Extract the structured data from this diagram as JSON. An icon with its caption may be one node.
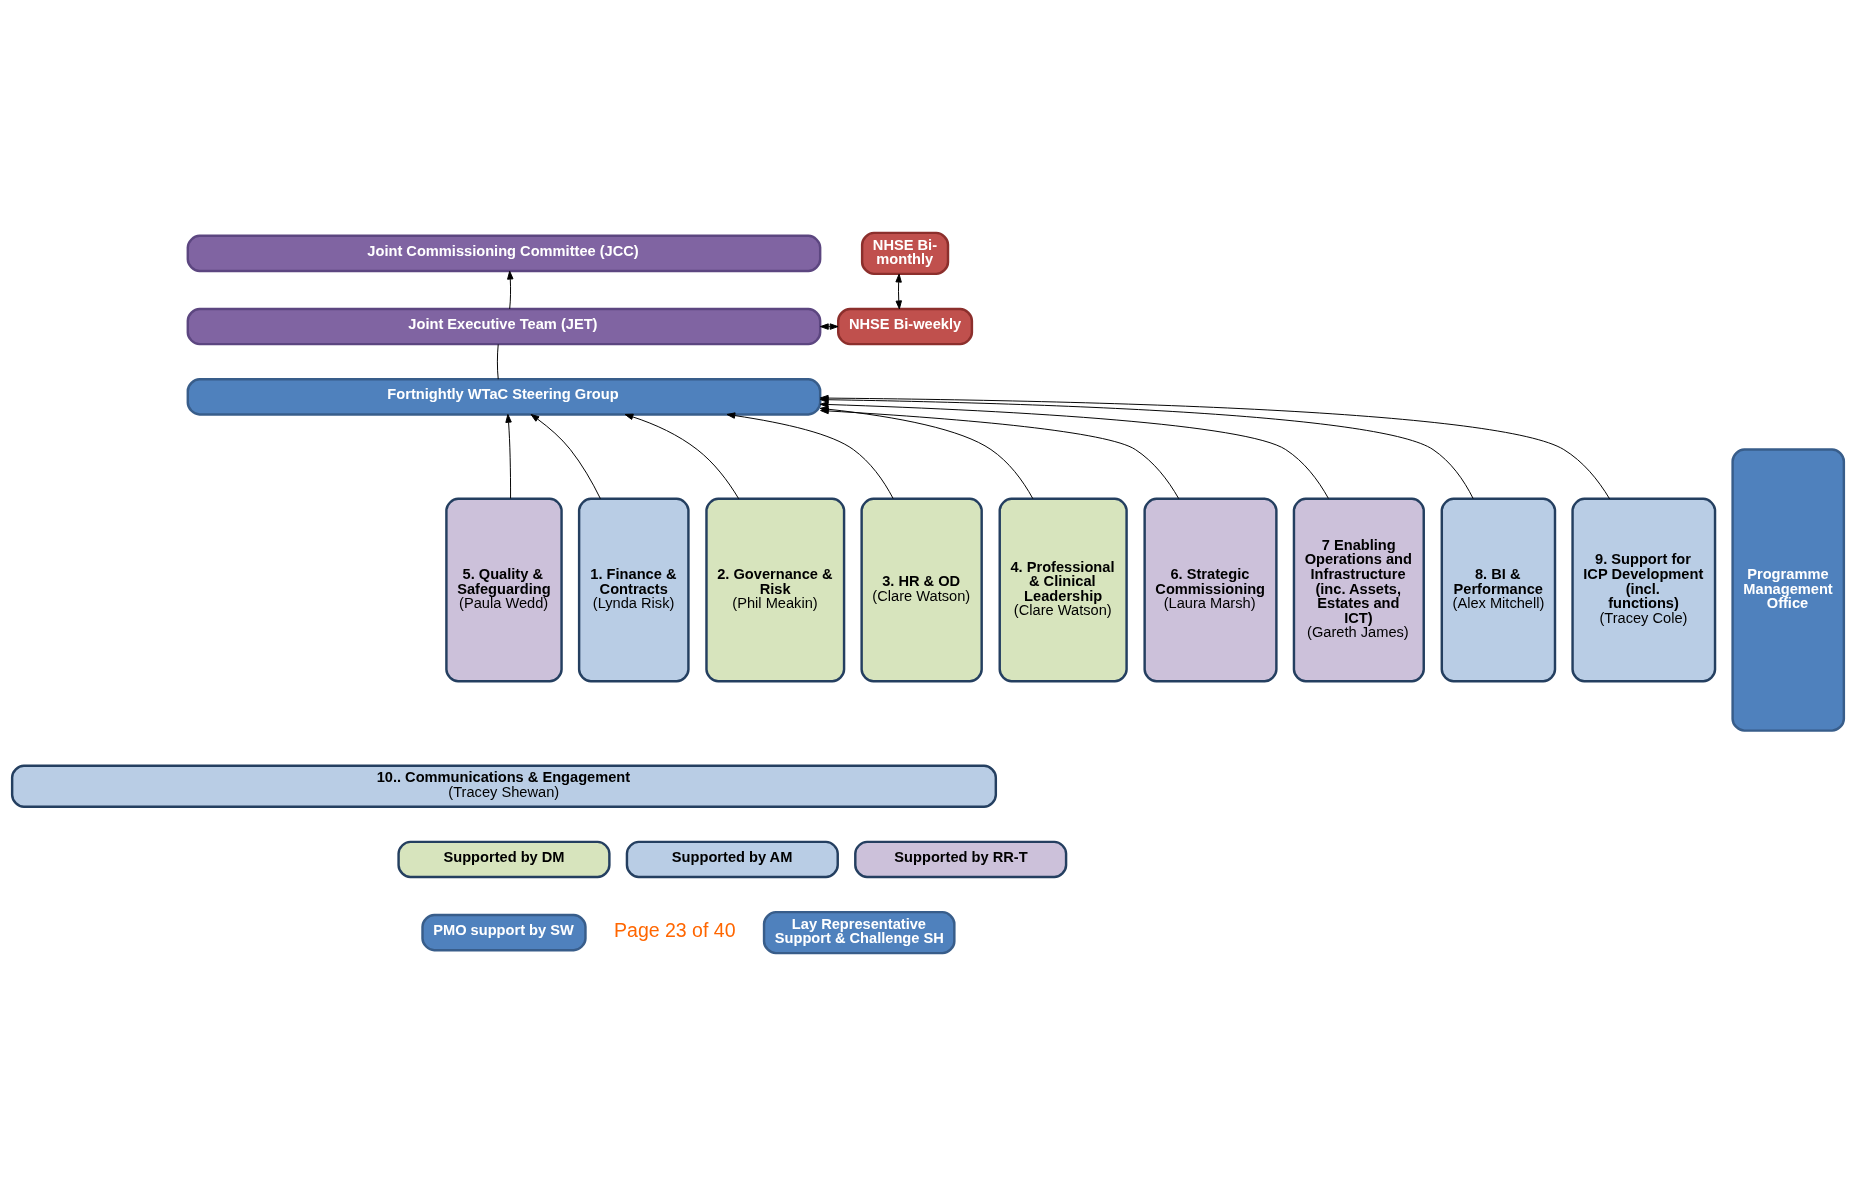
{
  "diagram": {
    "nodes": [
      {
        "text": [
          "Joint Commissioning Committee (JCC)"
        ]
      },
      {
        "text": [
          "NHSE Bi-monthly"
        ]
      },
      {
        "text": [
          "Joint Executive Team (JET)"
        ]
      },
      {
        "text": [
          "NHSE Bi-weekly"
        ]
      },
      {
        "text": [
          "Fortnightly WTaC Steering Group"
        ]
      },
      {
        "text": [
          "1. Finance & Contracts",
          "(Lynda Risk)"
        ]
      },
      {
        "text": [
          "2. Governance & Risk",
          "(Phil Meakin)"
        ]
      },
      {
        "text": [
          "3. HR & OD",
          "(Clare Watson)"
        ]
      },
      {
        "text": [
          "4. Professional & Clinical Leadership",
          "(Clare Watson)"
        ]
      },
      {
        "text": [
          "5. Quality & Safeguarding",
          "(Paula Wedd)"
        ]
      },
      {
        "text": [
          "6. Strategic Commissioning",
          "(Laura Marsh)"
        ]
      },
      {
        "text": [
          "7 Enabling Operations and Infrastructure (inc. Assets, Estates and ICT)",
          "(Gareth James)"
        ]
      },
      {
        "text": [
          "8. BI & Performance",
          "(Alex Mitchell)"
        ]
      },
      {
        "text": [
          "9. Support for ICP Development (incl. functions)",
          "(Tracey Cole)"
        ]
      },
      {
        "text": [
          "Programme Management Office"
        ]
      },
      {
        "text": [
          "10.. Communications & Engagement",
          "(Tracey Shewan)"
        ]
      },
      {
        "text": [
          "Supported by AM"
        ]
      },
      {
        "text": [
          "Supported by DM"
        ]
      },
      {
        "text": [
          "Supported by RR-T"
        ]
      },
      {
        "text": [
          "PMO support by SW"
        ]
      },
      {
        "text": [
          "Lay Representative Support & Challenge SH"
        ]
      }
    ],
    "edges": [
      {
        "from": 2,
        "to": 0,
        "arrow": "to"
      },
      {
        "from": 1,
        "to": 3,
        "arrow": "both"
      },
      {
        "from": 2,
        "to": 3,
        "arrow": "both",
        "style": "dashed"
      },
      {
        "from": 2,
        "to": 4,
        "arrow": "none"
      },
      {
        "from": 5,
        "to": 4,
        "arrow": "to"
      },
      {
        "from": 6,
        "to": 4,
        "arrow": "to"
      },
      {
        "from": 7,
        "to": 4,
        "arrow": "to"
      },
      {
        "from": 8,
        "to": 4,
        "arrow": "to"
      },
      {
        "from": 9,
        "to": 4,
        "arrow": "to"
      },
      {
        "from": 10,
        "to": 4,
        "arrow": "to"
      },
      {
        "from": 11,
        "to": 4,
        "arrow": "to"
      },
      {
        "from": 12,
        "to": 4,
        "arrow": "to"
      },
      {
        "from": 13,
        "to": 4,
        "arrow": "to"
      }
    ],
    "labels": [
      "Page 23 of 40"
    ]
  }
}
